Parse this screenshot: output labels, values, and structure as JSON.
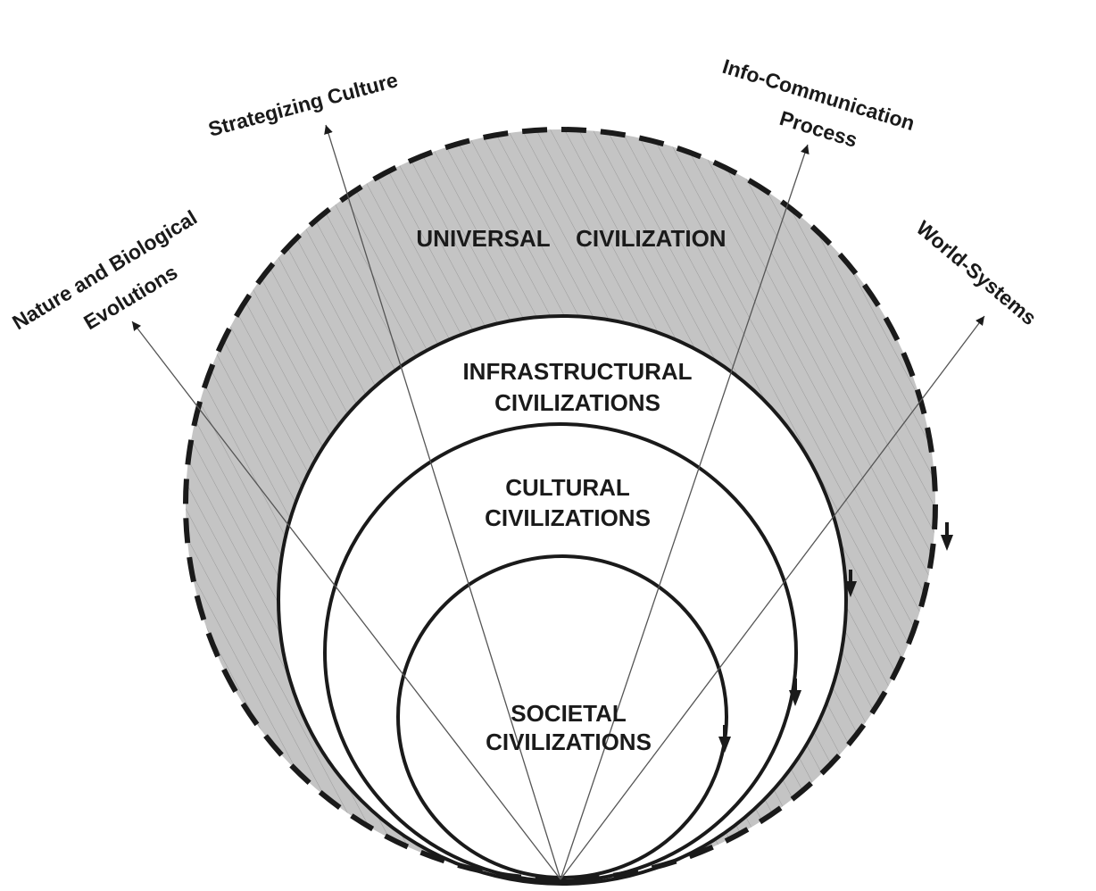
{
  "rings": {
    "universal": "UNIVERSAL    CIVILIZATION",
    "infrastructural": [
      "INFRASTRUCTURAL",
      "CIVILIZATIONS"
    ],
    "cultural": [
      "CULTURAL",
      "CIVILIZATIONS"
    ],
    "societal": [
      "SOCIETAL",
      "CIVILIZATIONS"
    ]
  },
  "axes": {
    "nature": [
      "Nature and Biological",
      "Evolutions"
    ],
    "strategizing": "Strategizing Culture",
    "info": [
      "Info-Communication",
      "Process"
    ],
    "world": "World-Systems"
  },
  "colors": {
    "shade": "#c4c4c4",
    "hatch": "#8c8c8c",
    "ink": "#1a1a1a",
    "ray": "#555555"
  }
}
